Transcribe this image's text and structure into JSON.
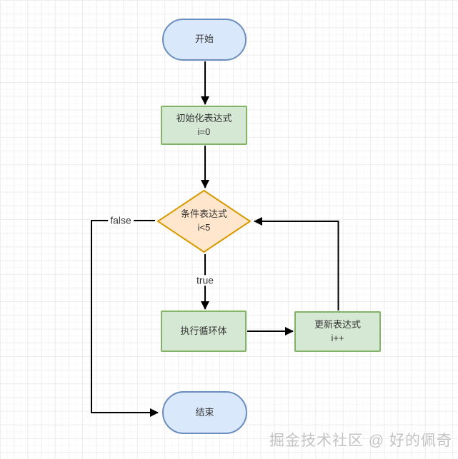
{
  "diagram": {
    "type": "flowchart",
    "nodes": {
      "start": {
        "shape": "terminal",
        "label": "开始"
      },
      "init": {
        "shape": "process",
        "label": "初始化表达式",
        "sublabel": "i=0"
      },
      "cond": {
        "shape": "decision",
        "label": "条件表达式",
        "sublabel": "i<5"
      },
      "body": {
        "shape": "process",
        "label": "执行循环体"
      },
      "update": {
        "shape": "process",
        "label": "更新表达式",
        "sublabel": "i++"
      },
      "end": {
        "shape": "terminal",
        "label": "结束"
      }
    },
    "edges": [
      {
        "from": "start",
        "to": "init",
        "label": ""
      },
      {
        "from": "init",
        "to": "cond",
        "label": ""
      },
      {
        "from": "cond",
        "to": "body",
        "label": "true"
      },
      {
        "from": "body",
        "to": "update",
        "label": ""
      },
      {
        "from": "update",
        "to": "cond",
        "label": ""
      },
      {
        "from": "cond",
        "to": "end",
        "label": "false"
      }
    ],
    "edge_labels": {
      "true_label": "true",
      "false_label": "false"
    },
    "colors": {
      "terminal_fill": "#dae8fc",
      "terminal_border": "#6c8ebf",
      "process_fill": "#d5e8d4",
      "process_border": "#82b366",
      "decision_fill": "#ffe6cc",
      "decision_border": "#d79b00",
      "edge": "#000000",
      "text": "#333333"
    }
  },
  "watermark": {
    "text": "掘金技术社区 @ 好的佩奇"
  }
}
